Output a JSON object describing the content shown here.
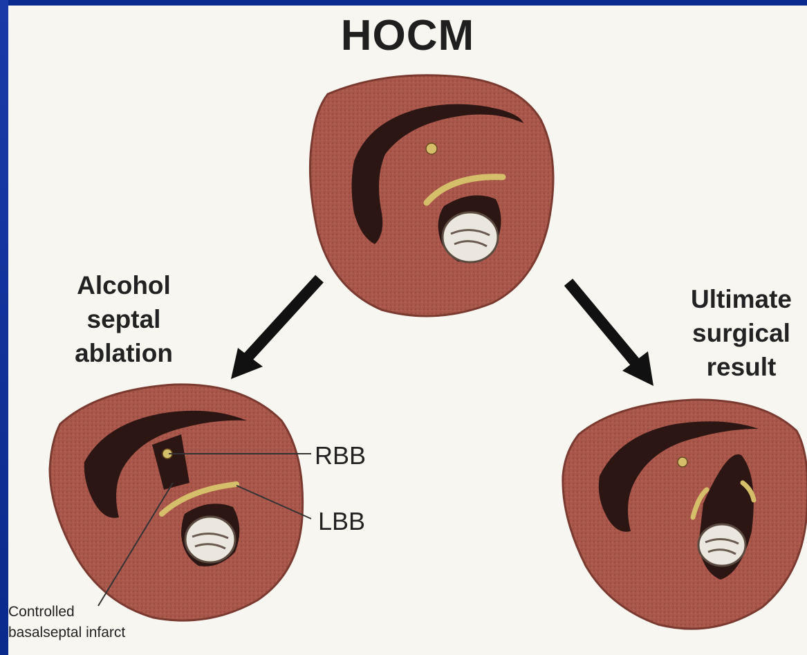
{
  "title": "HOCM",
  "left_label": "Alcohol\nseptal\nablation",
  "right_label": "Ultimate\nsurgical\nresult",
  "callouts": {
    "rbb": "RBB",
    "lbb": "LBB"
  },
  "footnote": "Controlled\nbasalseptal infarct",
  "colors": {
    "background_frame": "#0b2a8f",
    "panel": "#f7f6f1",
    "heart_tissue": "#a9574b",
    "cavity": "#2c1614",
    "conduction": "#d6bf6a",
    "arrow": "#111111"
  }
}
